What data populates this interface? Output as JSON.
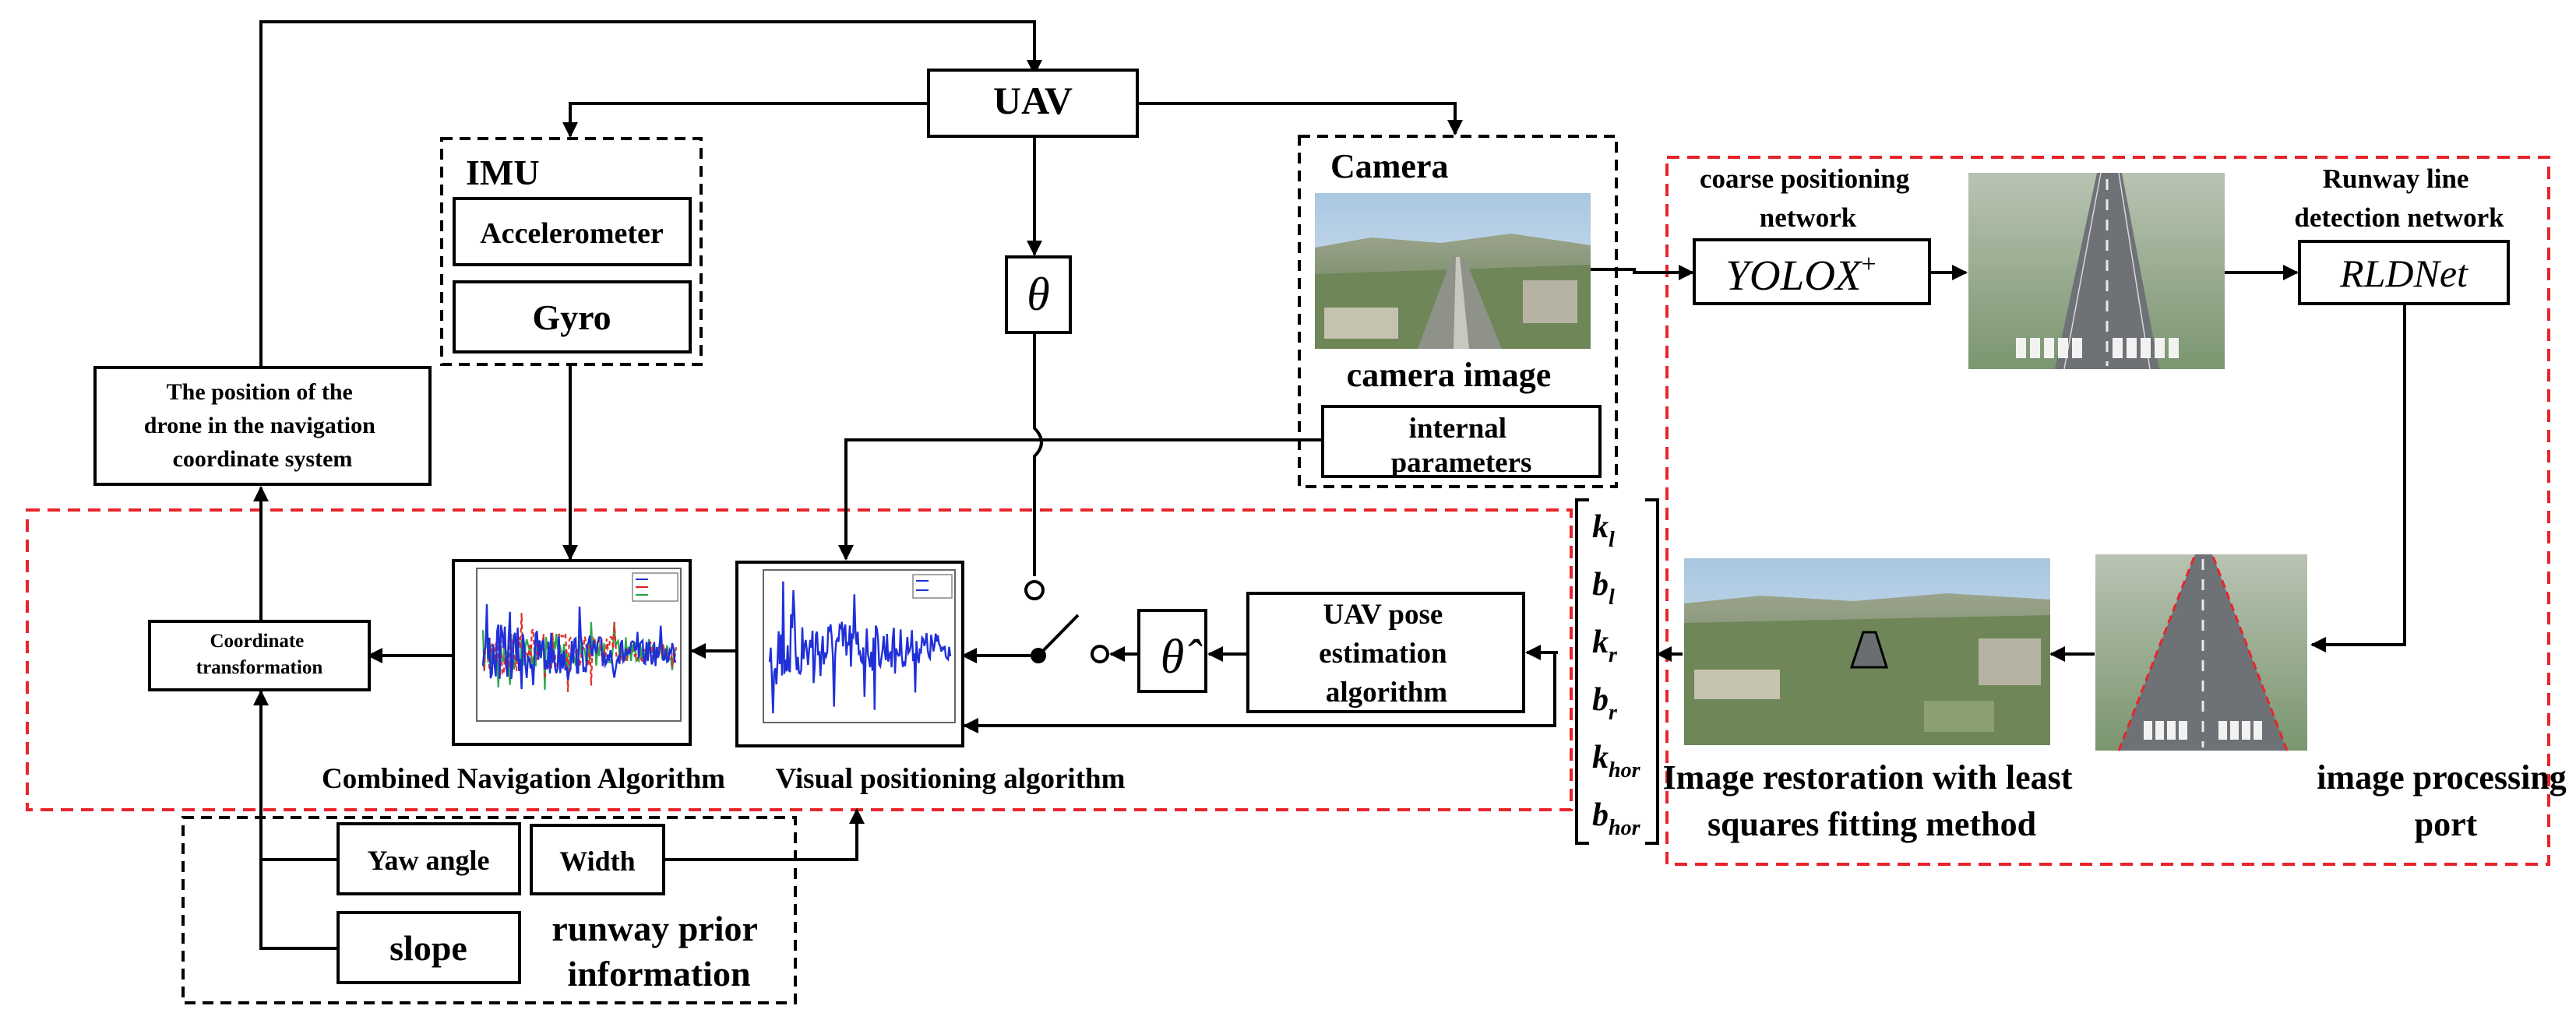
{
  "nodes": {
    "uav": "UAV",
    "imu_title": "IMU",
    "accelerometer": "Accelerometer",
    "gyro": "Gyro",
    "theta": "θ",
    "theta_hat": "θ̂",
    "camera_title": "Camera",
    "camera_image": "camera image",
    "internal_parameters": [
      "internal",
      "parameters"
    ],
    "position": [
      "The position of the",
      "drone in the navigation",
      "coordinate system"
    ],
    "coordinate_transformation": [
      "Coordinate",
      "transformation"
    ],
    "combined_nav_label": "Combined Navigation Algorithm",
    "visual_pos_label": "Visual positioning algorithm",
    "pose_algorithm": [
      "UAV pose",
      "estimation",
      "algorithm"
    ],
    "coarse_network_label": [
      "coarse positioning",
      "network"
    ],
    "yolox": "YOLOX",
    "yolox_sup": "+",
    "runway_network_label": [
      "Runway line",
      "detection network"
    ],
    "rldnet": "RLDNet",
    "restoration_label": [
      "Image restoration with least",
      "squares fitting method"
    ],
    "processing_label": [
      "image processing",
      "port"
    ],
    "yaw_angle": "Yaw angle",
    "width": "Width",
    "slope": "slope",
    "prior_info": [
      "runway prior",
      "information"
    ]
  },
  "line_params": [
    {
      "base": "k",
      "sub": "l"
    },
    {
      "base": "b",
      "sub": "l"
    },
    {
      "base": "k",
      "sub": "r"
    },
    {
      "base": "b",
      "sub": "r"
    },
    {
      "base": "k",
      "sub": "hor"
    },
    {
      "base": "b",
      "sub": "hor"
    }
  ],
  "colors": {
    "region_border": "#e8242b",
    "plot_line": "#2030d8"
  }
}
